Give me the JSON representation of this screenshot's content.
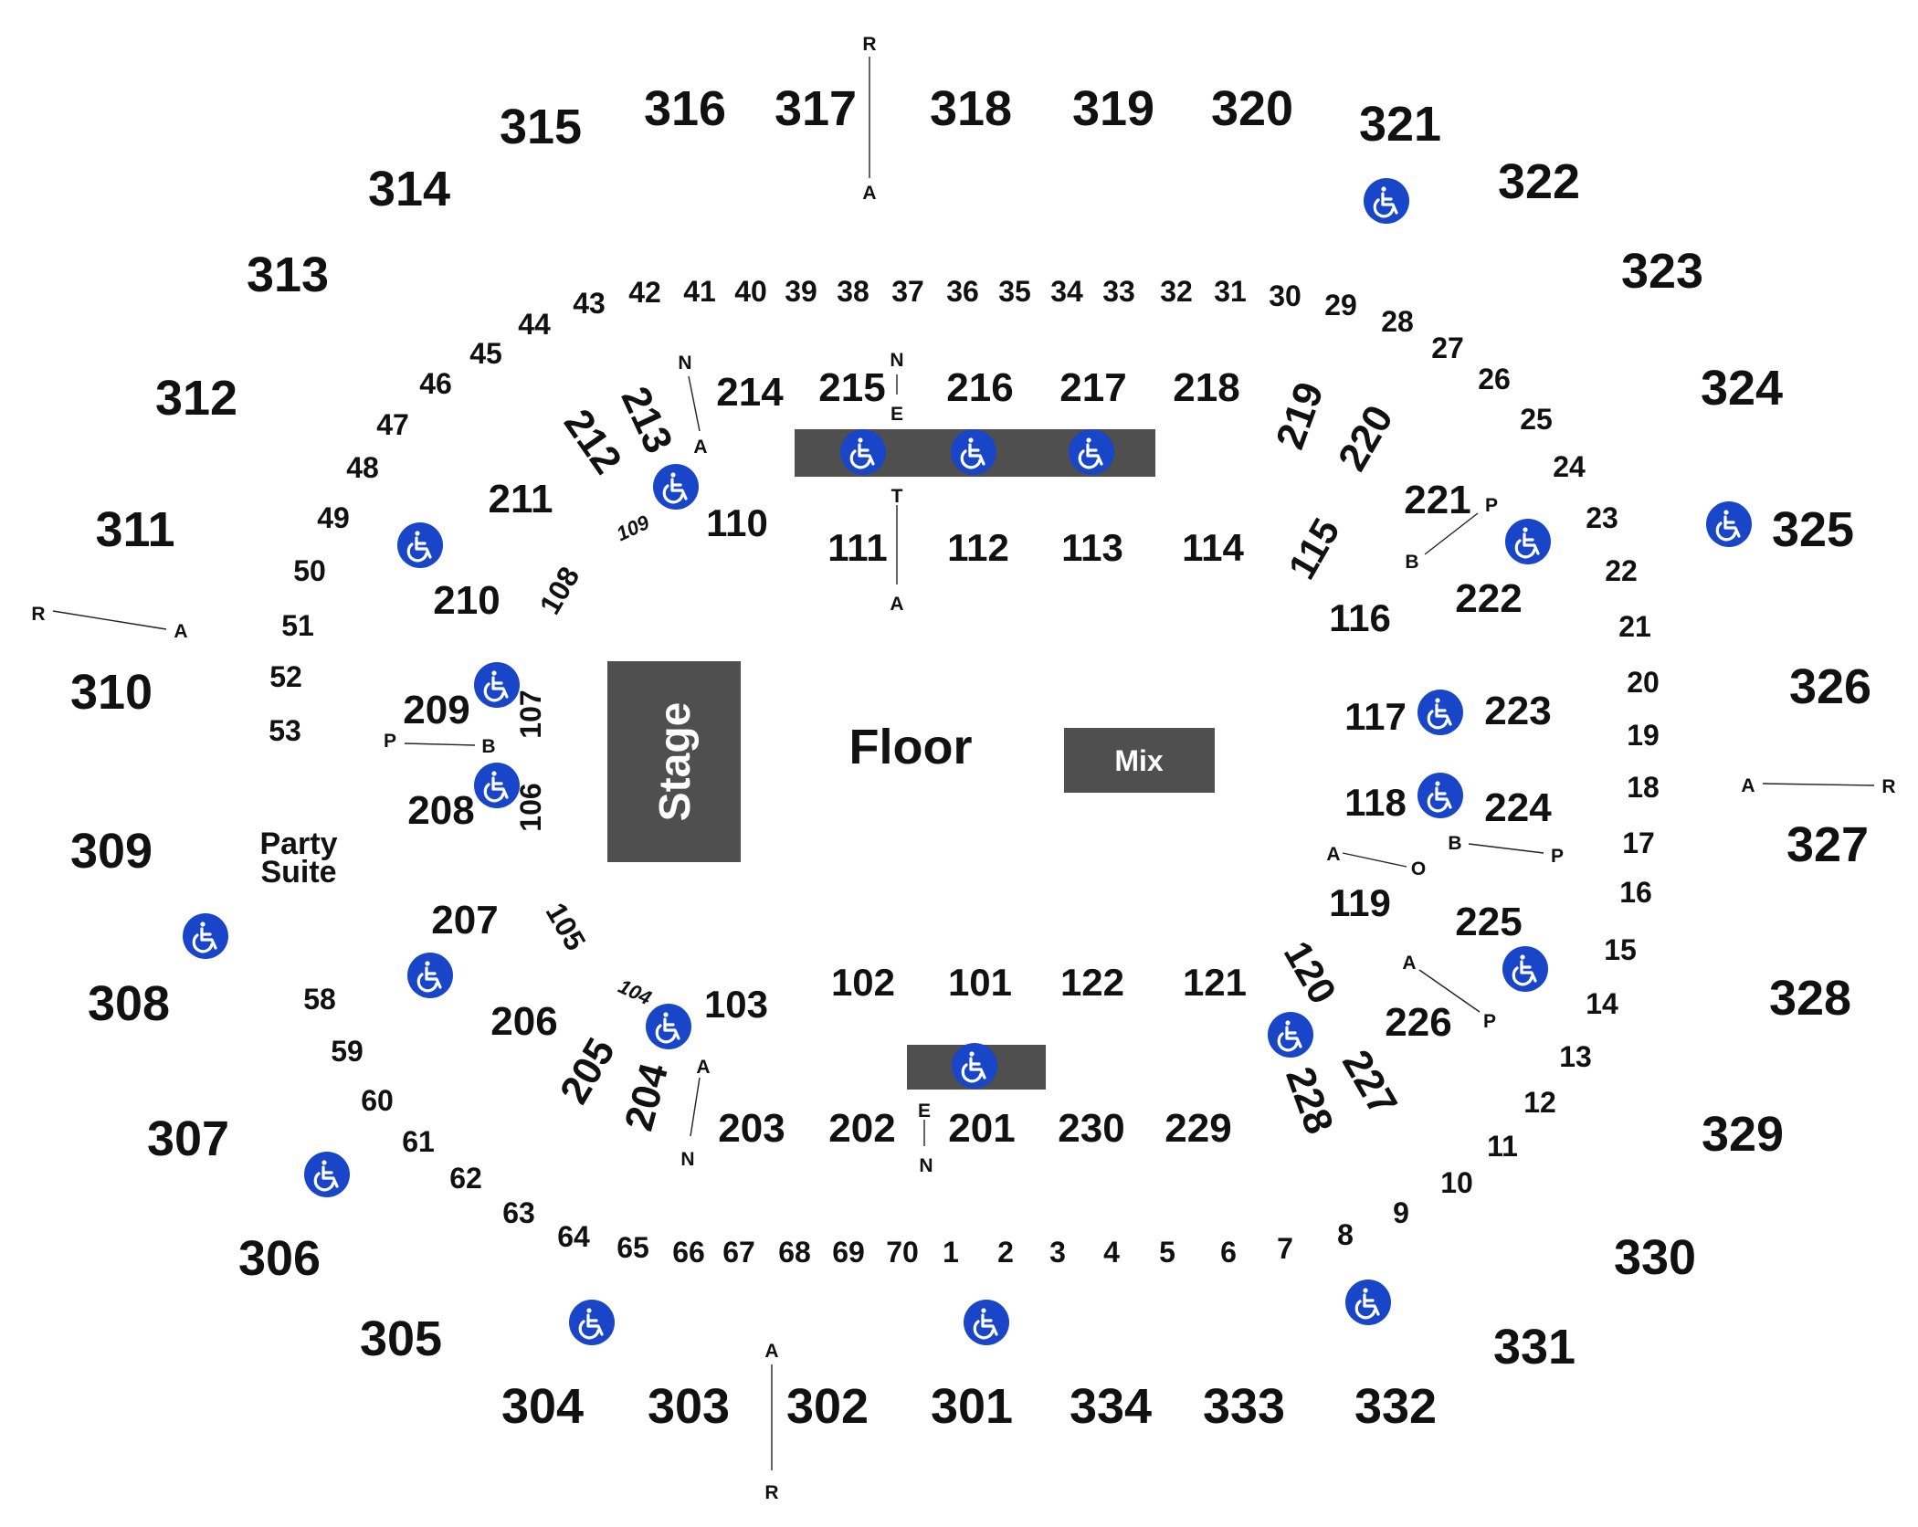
{
  "colors": {
    "accessible": "#1946c8",
    "block": "#4f4f4f",
    "text": "#111111",
    "background": "#ffffff"
  },
  "icons": {
    "accessible": "wheelchair-icon"
  },
  "map": {
    "floor_label": "Floor",
    "stage_label": "Stage",
    "mix_label": "Mix",
    "party_suite_line1": "Party",
    "party_suite_line2": "Suite"
  },
  "sections_300": [
    "315",
    "316",
    "317",
    "318",
    "319",
    "320",
    "321",
    "322",
    "323",
    "324",
    "325",
    "326",
    "327",
    "328",
    "329",
    "330",
    "331",
    "332",
    "333",
    "334",
    "301",
    "302",
    "303",
    "304",
    "305",
    "306",
    "307",
    "308",
    "309",
    "310",
    "311",
    "312",
    "313",
    "314"
  ],
  "sections_200": [
    "214",
    "215",
    "216",
    "217",
    "218",
    "219",
    "220",
    "221",
    "222",
    "223",
    "224",
    "225",
    "226",
    "227",
    "228",
    "229",
    "230",
    "201",
    "202",
    "203",
    "204",
    "205",
    "206",
    "207",
    "208",
    "209",
    "210",
    "211",
    "212",
    "213"
  ],
  "sections_100": [
    "110",
    "111",
    "112",
    "113",
    "114",
    "115",
    "116",
    "117",
    "118",
    "119",
    "120",
    "121",
    "122",
    "101",
    "102",
    "103"
  ],
  "small_rotated_100": [
    "109",
    "104"
  ],
  "suite_boxes": [
    "43",
    "42",
    "41",
    "40",
    "39",
    "38",
    "37",
    "36",
    "35",
    "34",
    "33",
    "32",
    "31",
    "30",
    "29",
    "28",
    "27",
    "26",
    "25",
    "24",
    "23",
    "22",
    "21",
    "20",
    "19",
    "18",
    "17",
    "16",
    "15",
    "14",
    "13",
    "12",
    "11",
    "10",
    "9",
    "8",
    "7",
    "6",
    "5",
    "4",
    "3",
    "2",
    "1",
    "70",
    "69",
    "68",
    "67",
    "66",
    "65",
    "64",
    "63",
    "62",
    "61",
    "60",
    "59",
    "58",
    "44",
    "45",
    "46",
    "47",
    "48",
    "49",
    "50",
    "51",
    "52",
    "53"
  ],
  "side_sections": [
    "108",
    "107",
    "106",
    "105"
  ],
  "row_markers": {
    "r317_top": "R",
    "r317_bot": "A",
    "r310_left": "R",
    "r310_right": "A",
    "r327_left": "A",
    "r327_right": "R",
    "r302_top": "A",
    "r302_bot": "R",
    "t215_n": "N",
    "t215_e": "E",
    "t111_t": "T",
    "t111_a": "A",
    "t201_e": "E",
    "t201_n": "N",
    "r213_n": "N",
    "r213_a": "A",
    "r203_a": "A",
    "r203_n": "N",
    "r209_p": "P",
    "r209_b": "B",
    "r221_p": "P",
    "r221_b": "B",
    "r224_b": "B",
    "r224_p": "P",
    "r119_a": "A",
    "r119_o": "O",
    "r226_a": "A",
    "r226_p": "P"
  }
}
